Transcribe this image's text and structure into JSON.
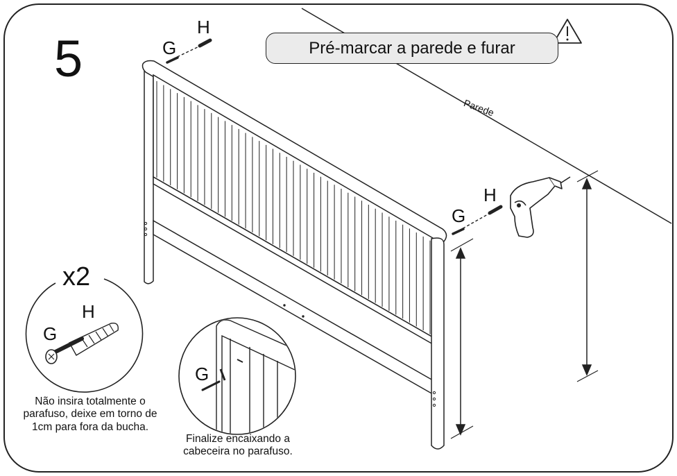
{
  "step": {
    "number": "5"
  },
  "banner": {
    "text": "Pré-marcar a parede e furar",
    "icon": "warning-triangle-icon"
  },
  "wall": {
    "label": "Parede"
  },
  "parts": {
    "g_label": "G",
    "h_label": "H",
    "quantity": "x2"
  },
  "notes": {
    "left": "Não insira totalmente o parafuso, deixe em torno de 1cm para fora da bucha.",
    "middle": "Finalize encaixando a cabeceira no parafuso."
  }
}
